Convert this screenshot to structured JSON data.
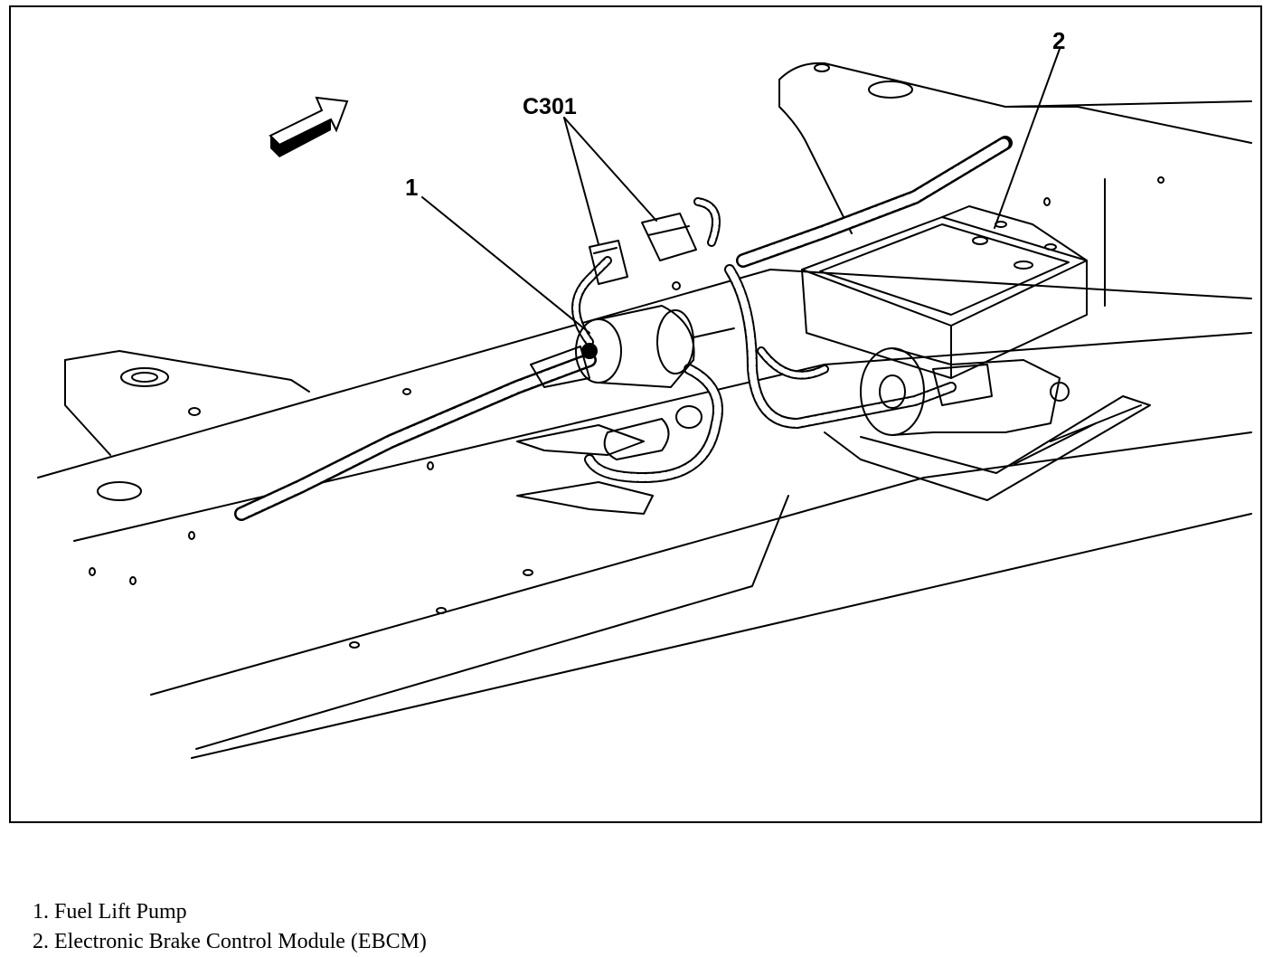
{
  "callouts": {
    "item1": "1",
    "item2": "2",
    "connector": "C301"
  },
  "legend": {
    "items": [
      {
        "number": "1.",
        "label": "Fuel Lift Pump"
      },
      {
        "number": "2.",
        "label": "Electronic Brake Control Module (EBCM)"
      }
    ]
  },
  "colors": {
    "ink": "#000000",
    "paper": "#ffffff"
  },
  "icons": {
    "direction": "forward-arrow-icon"
  }
}
